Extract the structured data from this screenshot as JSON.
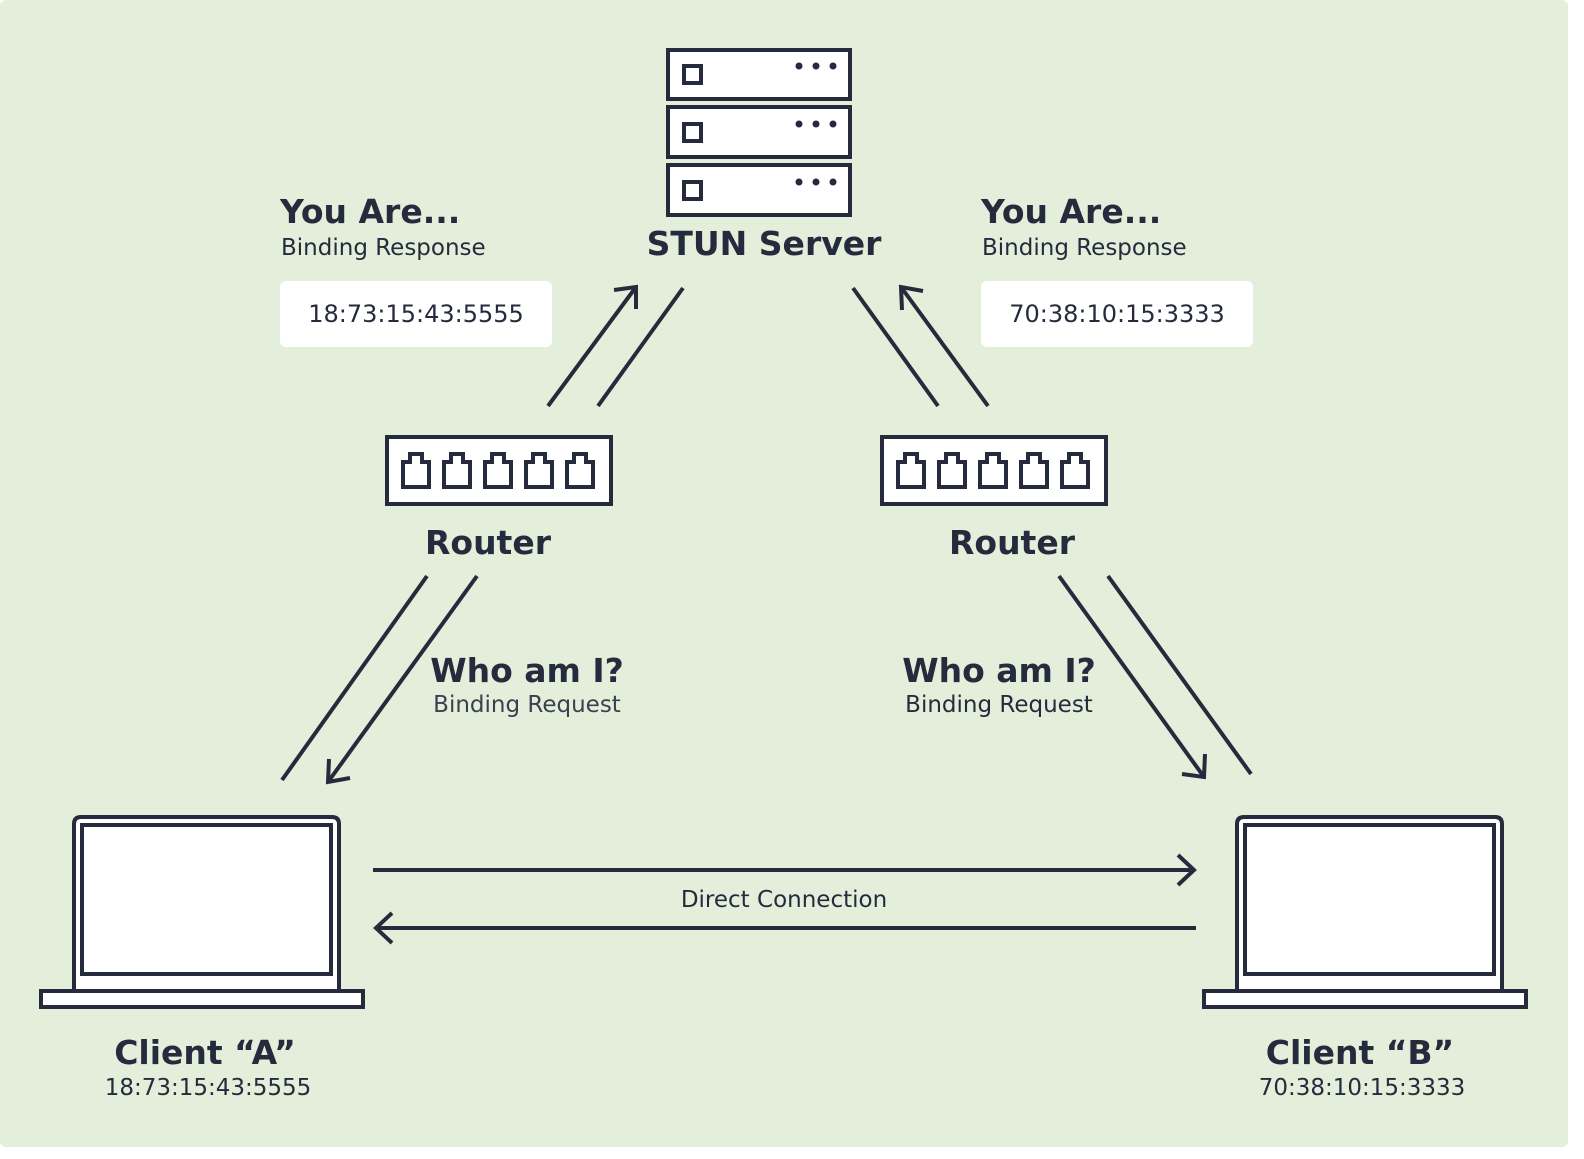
{
  "colors": {
    "background": "#e3efda",
    "stroke": "#252b3d",
    "box": "#ffffff"
  },
  "server": {
    "label": "STUN Server",
    "icon": "server-rack-icon"
  },
  "left_response": {
    "title": "You Are...",
    "subtitle": "Binding Response",
    "address": "18:73:15:43:5555"
  },
  "right_response": {
    "title": "You Are...",
    "subtitle": "Binding Response",
    "address": "70:38:10:15:3333"
  },
  "left_router": {
    "label": "Router",
    "icon": "router-icon"
  },
  "right_router": {
    "label": "Router",
    "icon": "router-icon"
  },
  "left_request": {
    "title": "Who am I?",
    "subtitle": "Binding Request"
  },
  "right_request": {
    "title": "Who am I?",
    "subtitle": "Binding Request"
  },
  "connection": {
    "label": "Direct Connection"
  },
  "client_a": {
    "name": "Client “A”",
    "address": "18:73:15:43:5555",
    "icon": "laptop-icon"
  },
  "client_b": {
    "name": "Client “B”",
    "address": "70:38:10:15:3333",
    "icon": "laptop-icon"
  }
}
